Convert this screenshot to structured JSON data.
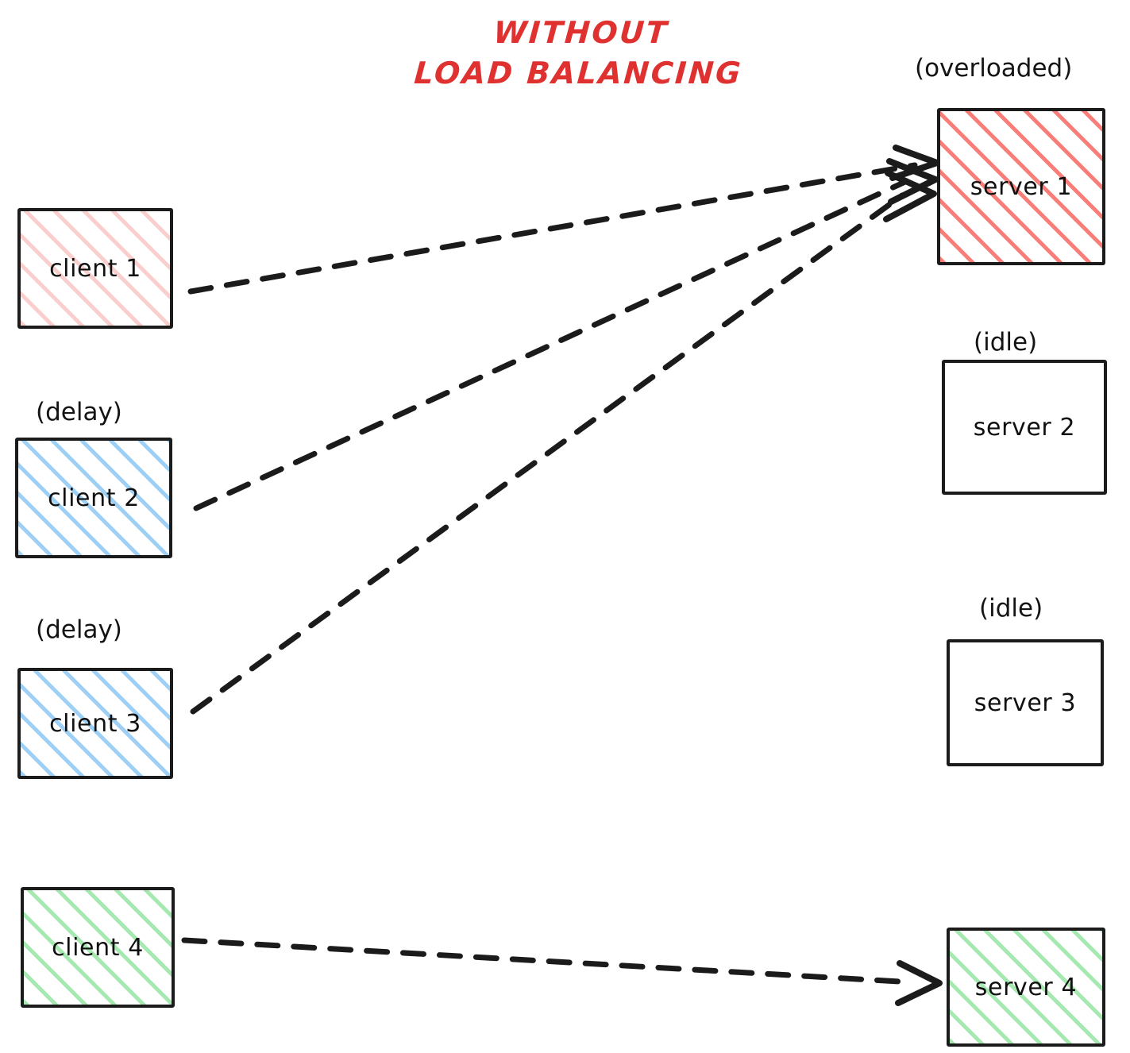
{
  "title": {
    "line1": "WITHOUT",
    "line2": "LOAD BALANCING",
    "color": "#e03131"
  },
  "colors": {
    "stroke": "#1b1b1b",
    "client1_hatch": "#f9cfcd",
    "server1_hatch": "#f97d79",
    "blue_hatch": "#9ed0f5",
    "green_hatch": "#a5e8b0",
    "background": "#ffffff"
  },
  "clients": [
    {
      "id": "client1",
      "label": "client 1",
      "annotation": "",
      "fill": "red-light"
    },
    {
      "id": "client2",
      "label": "client 2",
      "annotation": "(delay)",
      "fill": "blue"
    },
    {
      "id": "client3",
      "label": "client 3",
      "annotation": "(delay)",
      "fill": "blue"
    },
    {
      "id": "client4",
      "label": "client 4",
      "annotation": "",
      "fill": "green"
    }
  ],
  "servers": [
    {
      "id": "server1",
      "label": "server 1",
      "annotation": "(overloaded)",
      "fill": "red"
    },
    {
      "id": "server2",
      "label": "server 2",
      "annotation": "(idle)",
      "fill": "none"
    },
    {
      "id": "server3",
      "label": "server 3",
      "annotation": "(idle)",
      "fill": "none"
    },
    {
      "id": "server4",
      "label": "server 4",
      "annotation": "",
      "fill": "green"
    }
  ],
  "connections": [
    {
      "from": "client 1",
      "to": "server 1",
      "style": "dashed",
      "arrow": true
    },
    {
      "from": "client 2",
      "to": "server 1",
      "style": "dashed",
      "arrow": true
    },
    {
      "from": "client 3",
      "to": "server 1",
      "style": "dashed",
      "arrow": true
    },
    {
      "from": "client 4",
      "to": "server 4",
      "style": "dashed",
      "arrow": true
    }
  ]
}
